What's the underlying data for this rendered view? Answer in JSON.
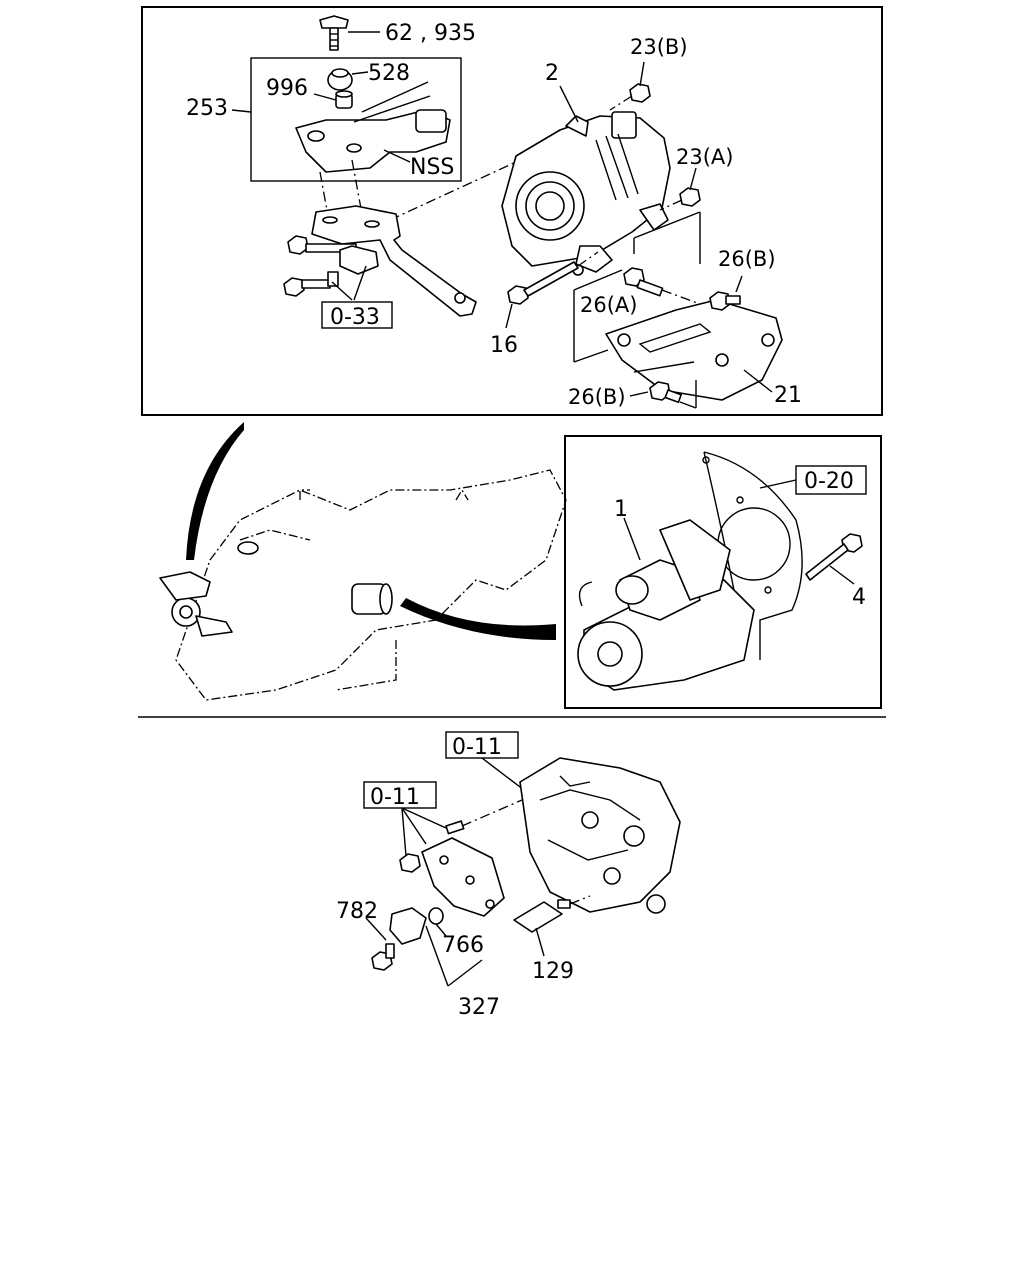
{
  "labels": {
    "p62_935": "62 , 935",
    "p528": "528",
    "p996": "996",
    "p253": "253",
    "nss": "NSS",
    "p2": "2",
    "p23b": "23(B)",
    "p23a": "23(A)",
    "p26b_top": "26(B)",
    "p26a": "26(A)",
    "p26b_bottom": "26(B)",
    "p21": "21",
    "p16": "16",
    "ref_0_33": "0-33",
    "ref_0_20": "0-20",
    "p1": "1",
    "p4": "4",
    "ref_0_11_top": "0-11",
    "ref_0_11_left": "0-11",
    "p782": "782",
    "p766": "766",
    "p327": "327",
    "p129": "129"
  }
}
